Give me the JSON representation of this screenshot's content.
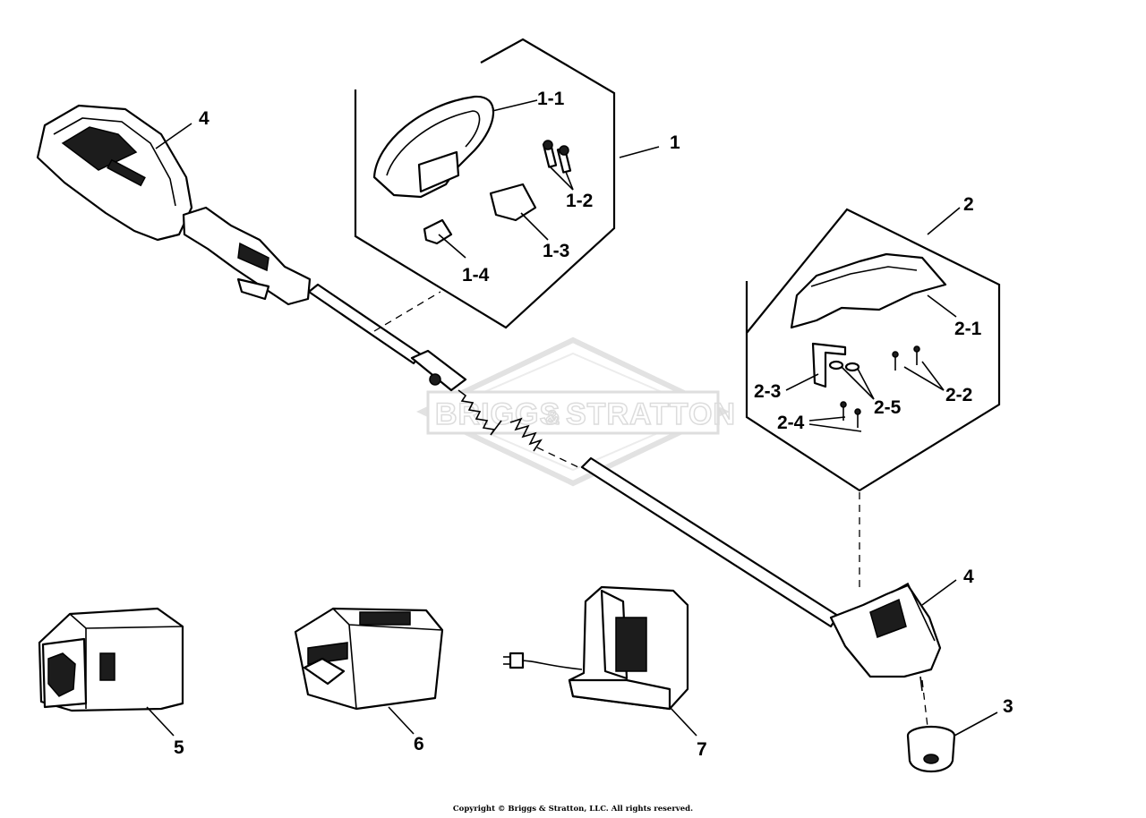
{
  "watermark": {
    "brand_left": "BRIGGS",
    "brand_amp": "&",
    "brand_right": "STRATTON"
  },
  "callouts": {
    "p1": "1",
    "p1_1": "1-1",
    "p1_2": "1-2",
    "p1_3": "1-3",
    "p1_4": "1-4",
    "p2": "2",
    "p2_1": "2-1",
    "p2_2": "2-2",
    "p2_3": "2-3",
    "p2_4": "2-4",
    "p2_5": "2-5",
    "p3": "3",
    "p4_top": "4",
    "p4_head": "4",
    "p5": "5",
    "p6": "6",
    "p7": "7"
  },
  "footer": {
    "copyright": "Copyright © Briggs & Stratton, LLC. All rights reserved."
  }
}
